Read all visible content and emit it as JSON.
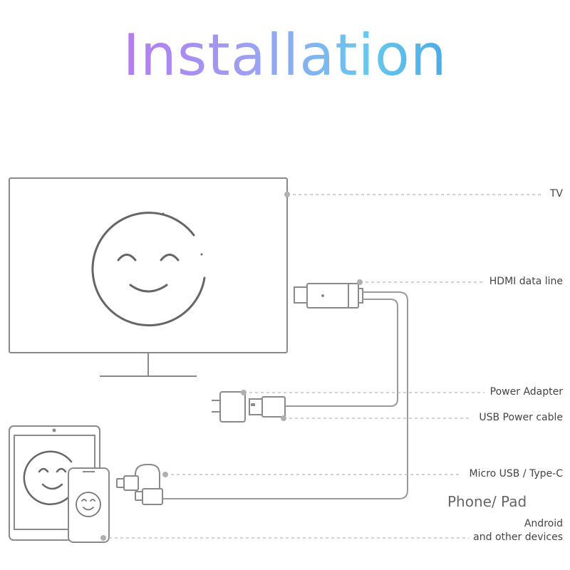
{
  "title": "Installation",
  "labels": {
    "tv": "TV",
    "hdmi": "HDMI data line",
    "power_adapter": "Power Adapter",
    "usb_power": "USB Power cable",
    "micro_usb": "Micro USB / Type-C",
    "phone_pad": "Phone/ Pad",
    "android_line1": "Android",
    "android_line2": "and other devices"
  },
  "colors": {
    "line": "#8a8a8a",
    "dashed": "#b8b8b8",
    "dot": "#b0b0b0",
    "title_gradient": [
      "#d966e8",
      "#9aa2f2",
      "#66c8ee",
      "#2c6fcb"
    ]
  }
}
